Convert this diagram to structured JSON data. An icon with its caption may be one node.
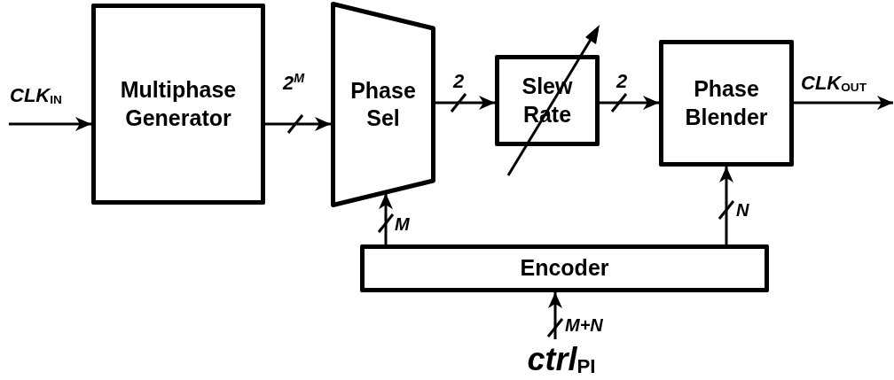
{
  "diagram": {
    "nodes": [
      {
        "text": [
          "Multiphase Generator"
        ]
      },
      {
        "text": [
          "Phase Sel"
        ]
      },
      {
        "text": [
          "Slew Rate"
        ]
      },
      {
        "text": [
          "Phase Blender"
        ]
      },
      {
        "text": [
          "Encoder"
        ]
      },
      {
        "text": [
          "ctrl$_{PI}$"
        ]
      }
    ],
    "edges": [
      {
        "from": null,
        "to": 0,
        "arrow": "to",
        "label": "CLK$_{IN}$"
      },
      {
        "from": 0,
        "to": 1,
        "arrow": "to",
        "label": "2$^{M}$"
      },
      {
        "from": 1,
        "to": 2,
        "arrow": "to",
        "label": "2"
      },
      {
        "from": 2,
        "to": 3,
        "arrow": "to",
        "label": "2"
      },
      {
        "from": 3,
        "to": null,
        "arrow": "to",
        "label": "CLK$_{OUT}$"
      },
      {
        "from": 4,
        "to": 1,
        "arrow": "to",
        "label": "M"
      },
      {
        "from": 4,
        "to": 3,
        "arrow": "to",
        "label": "N"
      },
      {
        "from": 5,
        "to": 4,
        "arrow": "to",
        "label": "M+N"
      }
    ]
  }
}
